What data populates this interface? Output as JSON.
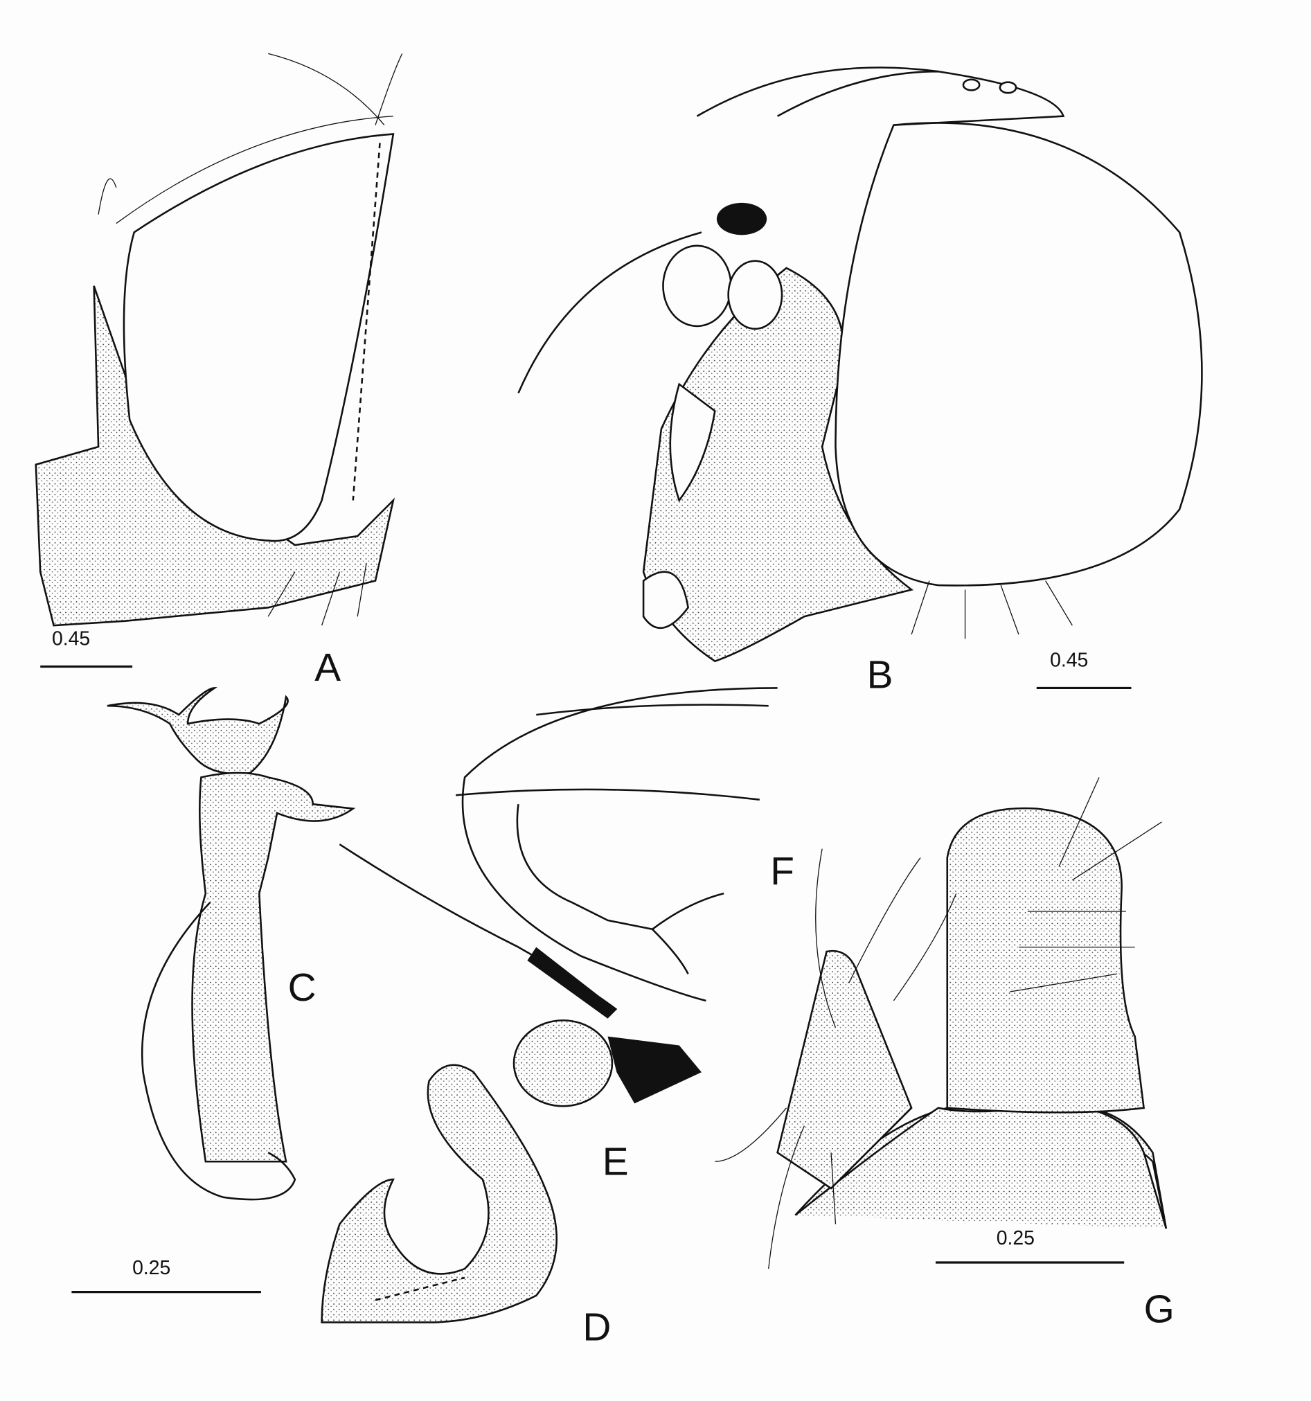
{
  "figure": {
    "panels": [
      {
        "id": "A",
        "label": "A"
      },
      {
        "id": "B",
        "label": "B"
      },
      {
        "id": "C",
        "label": "C"
      },
      {
        "id": "D",
        "label": "D"
      },
      {
        "id": "E",
        "label": "E"
      },
      {
        "id": "F",
        "label": "F"
      },
      {
        "id": "G",
        "label": "G"
      }
    ],
    "scale_bars": {
      "A": "0.45",
      "B": "0.45",
      "CD": "0.25",
      "G": "0.25"
    }
  }
}
